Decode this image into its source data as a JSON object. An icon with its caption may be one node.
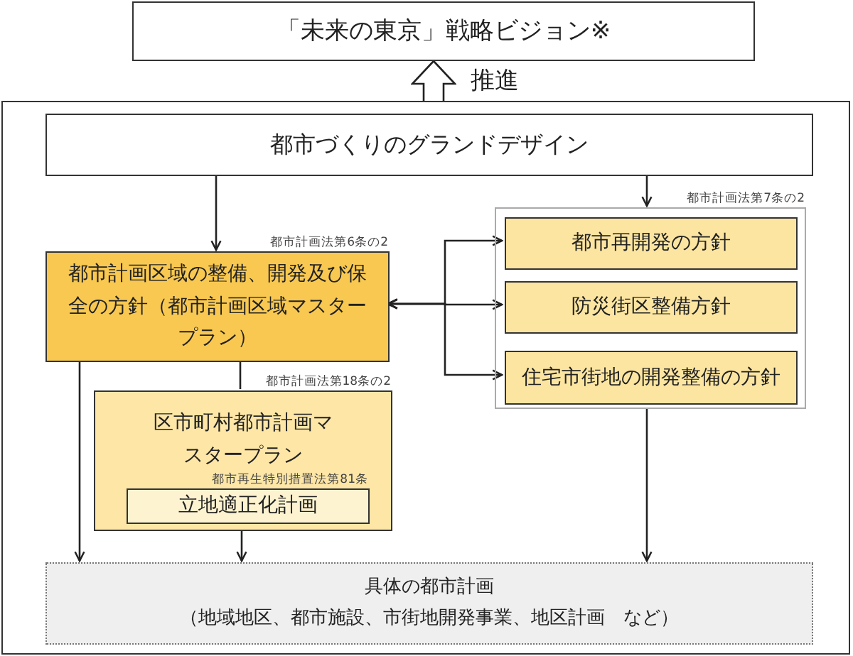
{
  "diagram": {
    "nodes": [
      {
        "text": [
          "「未来の東京」戦略ビジョン※"
        ]
      },
      {
        "text": [],
        "shape": "box"
      },
      {
        "text": [
          "都市づくりのグランドデザイン"
        ],
        "in": 1
      },
      {
        "text": [
          "都市計画区域の整備、開発及び保全の方針（都市計画区域マスタープラン）"
        ],
        "beside": [
          "都市計画法第6条の2"
        ],
        "in": 1
      },
      {
        "text": [
          "区市町村都市計画マスタープラン"
        ],
        "beside": [
          "都市計画法第18条の2"
        ],
        "in": 1
      },
      {
        "text": [
          "立地適正化計画"
        ],
        "beside": [
          "都市再生特別措置法第81条"
        ],
        "in": 4
      },
      {
        "text": [],
        "shape": "box",
        "beside": [
          "都市計画法第7条の2"
        ],
        "in": 1
      },
      {
        "text": [
          "都市再開発の方針"
        ],
        "in": 6
      },
      {
        "text": [
          "防災街区整備方針"
        ],
        "in": 6
      },
      {
        "text": [
          "住宅市街地の開発整備の方針"
        ],
        "in": 6
      },
      {
        "text": [
          "具体の都市計画",
          "（地域地区、都市施設、市街地開発事業、地区計画　など）"
        ],
        "in": 1
      }
    ],
    "edges": [
      {
        "from": 1,
        "to": 0,
        "arrow": "to",
        "label": "推進"
      },
      {
        "from": 2,
        "to": 3,
        "arrow": "to"
      },
      {
        "from": 2,
        "to": 6,
        "arrow": "to"
      },
      {
        "from": 3,
        "to": 7,
        "arrow": "both"
      },
      {
        "from": 3,
        "to": 8,
        "arrow": "both"
      },
      {
        "from": 3,
        "to": 9,
        "arrow": "both"
      },
      {
        "from": 3,
        "to": 4,
        "arrow": "none"
      },
      {
        "from": 3,
        "to": 10,
        "arrow": "to"
      },
      {
        "from": 4,
        "to": 10,
        "arrow": "to"
      },
      {
        "from": 6,
        "to": 10,
        "arrow": "to"
      }
    ]
  }
}
